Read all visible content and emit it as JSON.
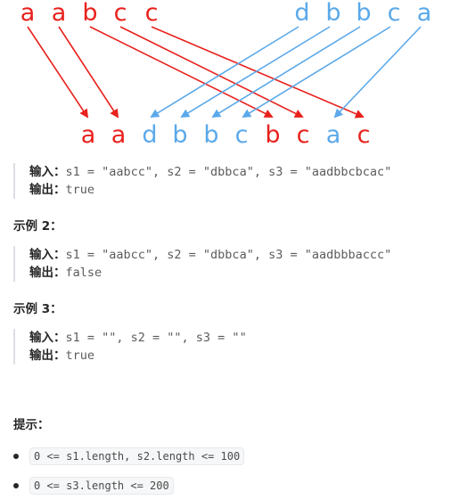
{
  "diagram": {
    "colors": {
      "s1": "#e8211d",
      "s2": "#5ba9ea"
    },
    "top_left_letters": [
      "a",
      "a",
      "b",
      "c",
      "c"
    ],
    "top_right_letters": [
      "d",
      "b",
      "b",
      "c",
      "a"
    ],
    "bottom_letters": [
      {
        "char": "a",
        "src": "s1"
      },
      {
        "char": "a",
        "src": "s1"
      },
      {
        "char": "d",
        "src": "s2"
      },
      {
        "char": "b",
        "src": "s2"
      },
      {
        "char": "b",
        "src": "s2"
      },
      {
        "char": "c",
        "src": "s2"
      },
      {
        "char": "b",
        "src": "s1"
      },
      {
        "char": "c",
        "src": "s1"
      },
      {
        "char": "a",
        "src": "s2"
      },
      {
        "char": "c",
        "src": "s1"
      }
    ]
  },
  "example1": {
    "input_label": "输入：",
    "input_value": "s1 = \"aabcc\", s2 = \"dbbca\", s3 = \"aadbbcbcac\"",
    "output_label": "输出：",
    "output_value": "true"
  },
  "example2": {
    "heading": "示例 2：",
    "input_label": "输入：",
    "input_value": "s1 = \"aabcc\", s2 = \"dbbca\", s3 = \"aadbbbaccc\"",
    "output_label": "输出：",
    "output_value": "false"
  },
  "example3": {
    "heading": "示例 3：",
    "input_label": "输入：",
    "input_value": "s1 = \"\", s2 = \"\", s3 = \"\"",
    "output_label": "输出：",
    "output_value": "true"
  },
  "hints": {
    "heading": "提示：",
    "items": [
      "0 <= s1.length, s2.length <= 100",
      "0 <= s3.length <= 200"
    ]
  }
}
